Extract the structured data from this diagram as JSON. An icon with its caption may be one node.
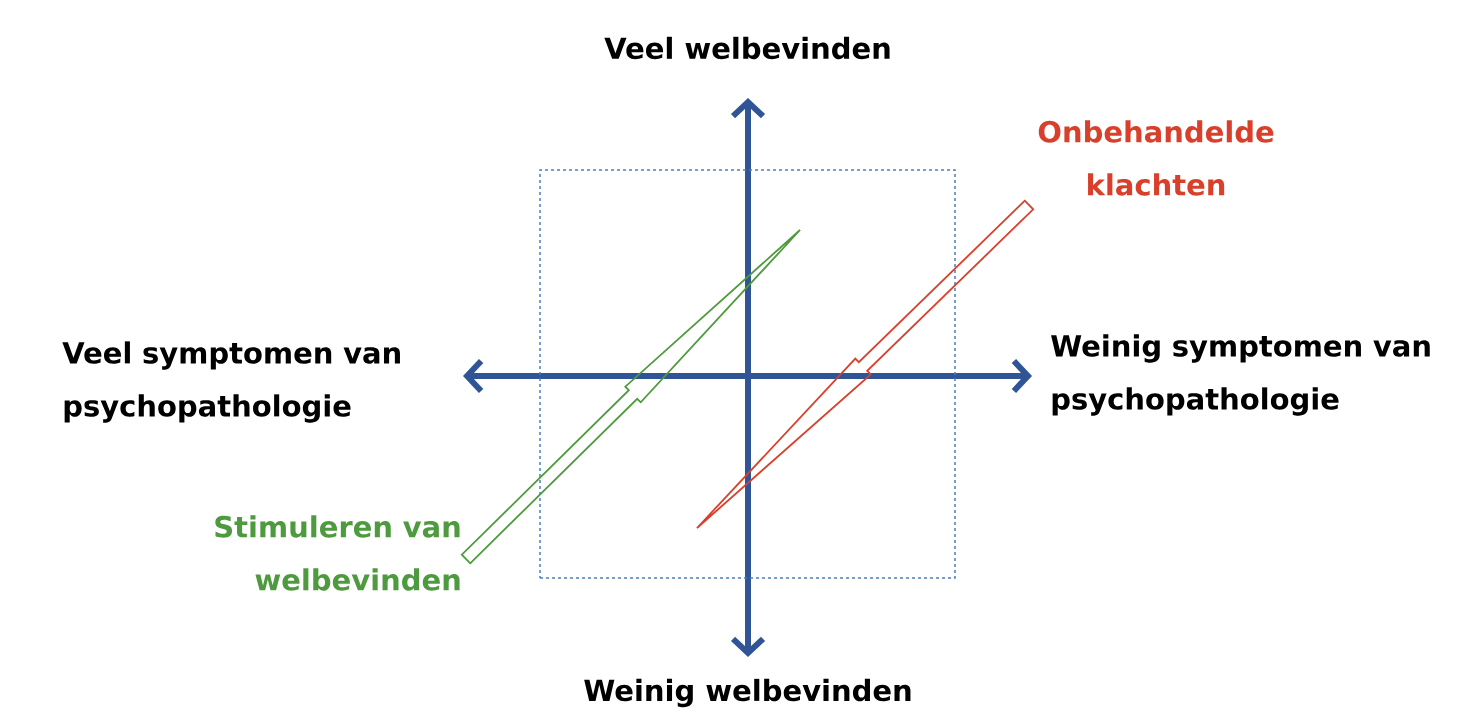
{
  "diagram": {
    "nodes": [
      {
        "text": [
          "Stimuleren van welbevinden"
        ]
      },
      {
        "text": [
          "Onbehandelde klachten"
        ]
      },
      {
        "text": [],
        "shape": "box"
      }
    ],
    "edges": [
      {
        "from": 0,
        "to": null,
        "arrow": "to",
        "color": "#4e9a3e"
      },
      {
        "from": 1,
        "to": null,
        "arrow": "to",
        "color": "#d9402b"
      }
    ],
    "labels": [
      "Veel welbevinden",
      "Veel symptomen van psychopathologie",
      "Weinig symptomen van psychopathologie",
      "Weinig welbevinden"
    ]
  }
}
